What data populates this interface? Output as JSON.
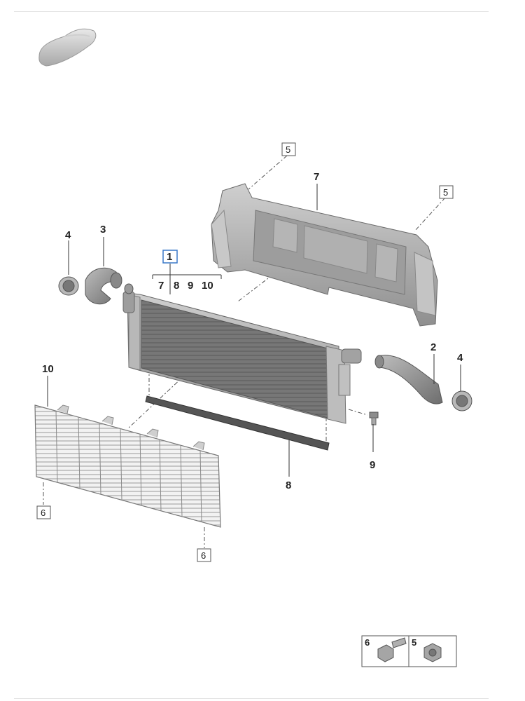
{
  "page": {
    "title": ""
  },
  "callouts": {
    "c1": "1",
    "c2": "2",
    "c3": "3",
    "c4a": "4",
    "c4b": "4",
    "c7": "7",
    "c8": "8",
    "c9": "9",
    "c10": "10",
    "sub": [
      "7",
      "8",
      "9",
      "10"
    ]
  },
  "boxed_refs": {
    "r5a": "5",
    "r5b": "5",
    "r6a": "6",
    "r6b": "6"
  },
  "legend": {
    "item1": "6",
    "item2": "5"
  },
  "colors": {
    "highlight_box": "#3a78c9",
    "part_gray": "#9a9a9a"
  },
  "icons": [
    "car-thumbnail-icon",
    "bolt-icon",
    "nut-icon"
  ]
}
